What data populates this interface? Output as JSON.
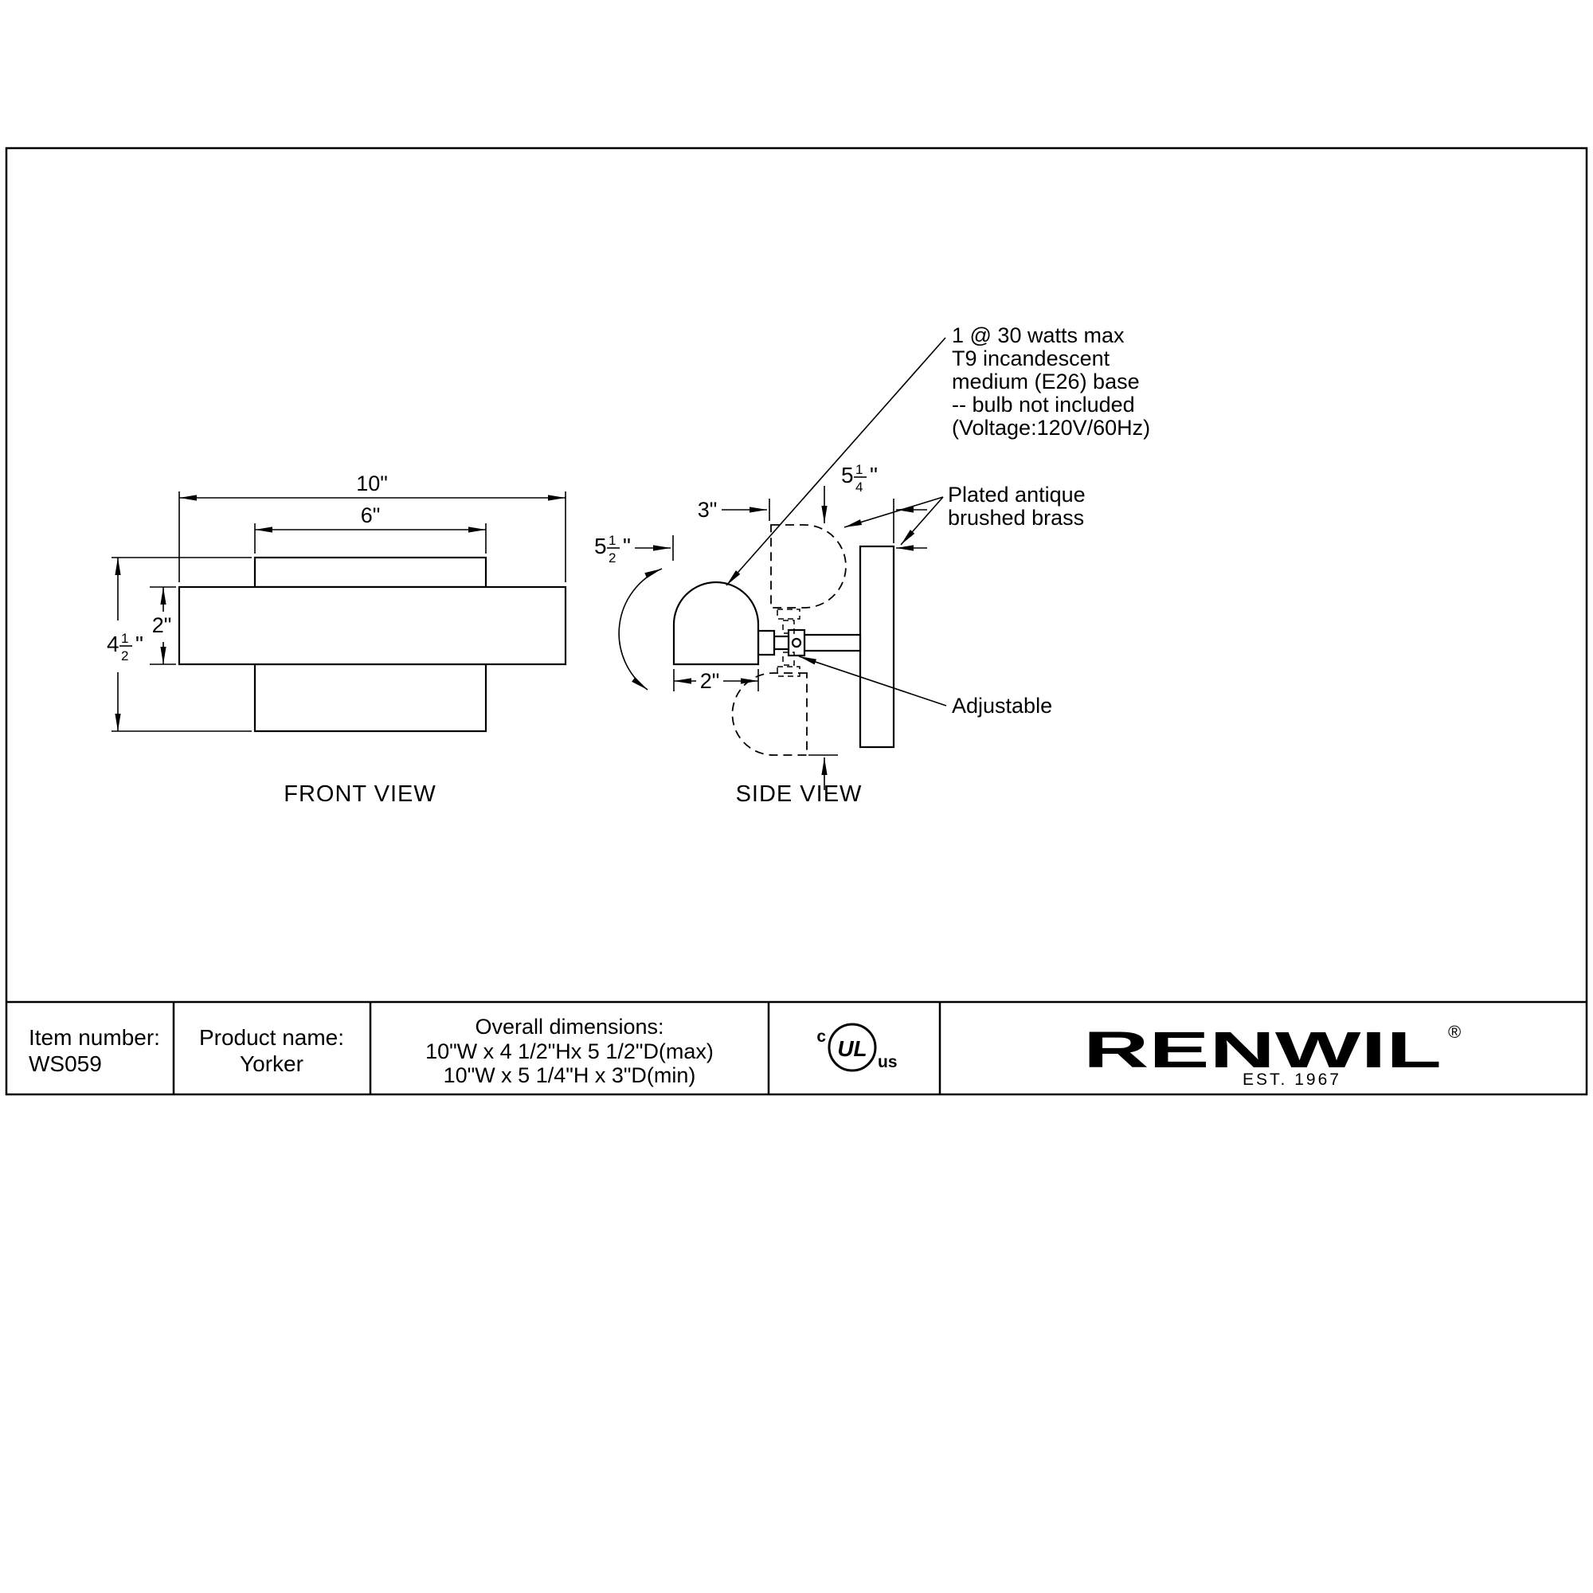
{
  "colors": {
    "ink": "#000000",
    "paper": "#ffffff"
  },
  "front_view": {
    "label": "FRONT VIEW",
    "dim_width": "10\"",
    "dim_inner_width": "6\"",
    "dim_bar_height": "2\"",
    "dim_height": {
      "whole": "4",
      "num": "1",
      "den": "2",
      "unit": "\""
    }
  },
  "side_view": {
    "label": "SIDE VIEW",
    "dim_depth_min": "3\"",
    "dim_shade": "2\"",
    "dim_height_min": {
      "whole": "5",
      "num": "1",
      "den": "4",
      "unit": "\""
    },
    "dim_depth_max": {
      "whole": "5",
      "num": "1",
      "den": "2",
      "unit": "\""
    }
  },
  "annotations": {
    "bulb_lines": [
      "1 @ 30 watts max",
      "T9 incandescent",
      "medium (E26) base",
      "-- bulb not included",
      "(Voltage:120V/60Hz)"
    ],
    "finish_lines": [
      "Plated antique",
      "brushed brass"
    ],
    "adjustable": "Adjustable"
  },
  "footer": {
    "item_number_label": "Item number:",
    "item_number_value": "WS059",
    "product_name_label": "Product name:",
    "product_name_value": "Yorker",
    "overall_dims_label": "Overall dimensions:",
    "overall_dims_line1": "10\"W x 4 1/2\"Hx 5 1/2\"D(max)",
    "overall_dims_line2": "10\"W x 5 1/4\"H x 3\"D(min)",
    "ul_c": "c",
    "ul_mark": "UL",
    "ul_us": "us",
    "brand": "RENWIL",
    "brand_reg": "®",
    "brand_est": "EST. 1967"
  }
}
